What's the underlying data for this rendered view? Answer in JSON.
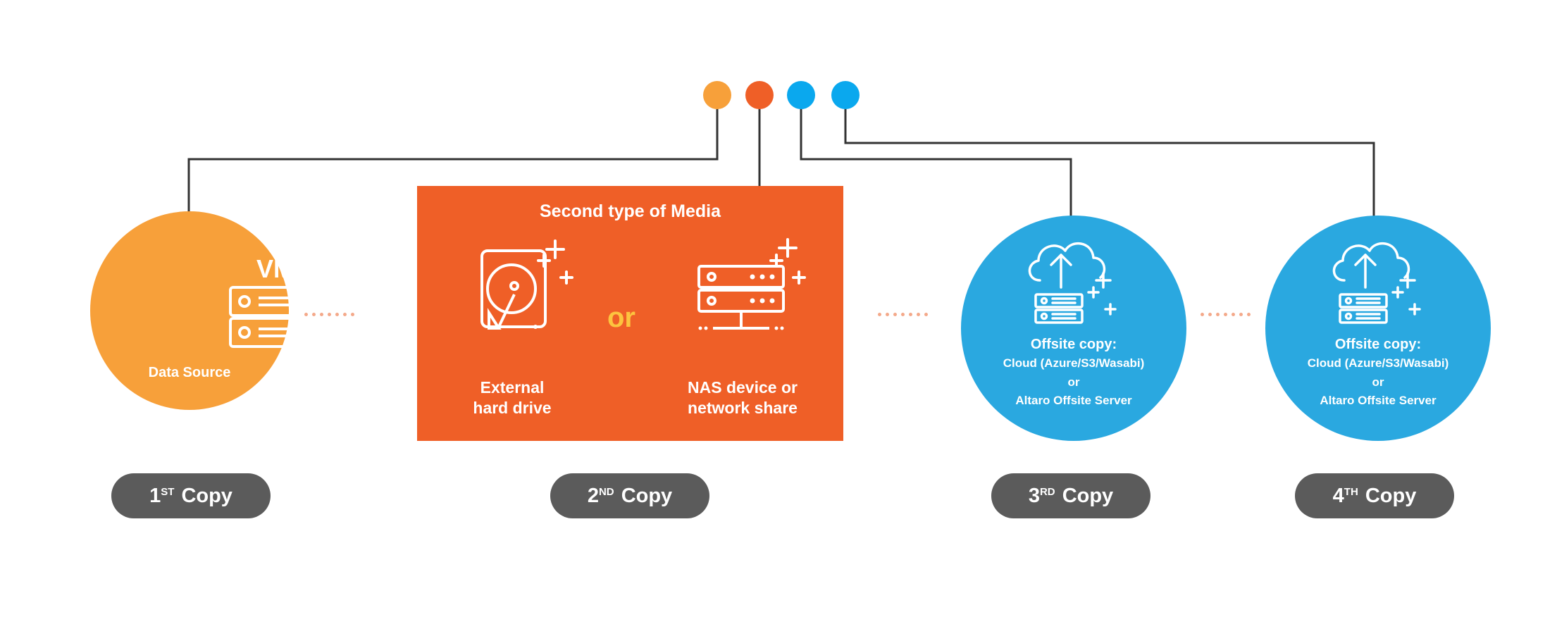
{
  "colors": {
    "orange_light": "#f7a03a",
    "orange_dark": "#ef5f27",
    "blue": "#2aa8e0",
    "dot_blue": "#0aa8ee",
    "pill_gray": "#5b5b5b",
    "wire": "#333333",
    "trail": "#f4a98a",
    "or_text": "#fcc43f"
  },
  "dots": [
    {
      "color": "orange_light"
    },
    {
      "color": "orange_dark"
    },
    {
      "color": "dot_blue"
    },
    {
      "color": "dot_blue"
    }
  ],
  "copy1": {
    "icon": "vm-server-icon",
    "icon_text": "VM",
    "label": "Data Source"
  },
  "copy2": {
    "title": "Second type of Media",
    "option_a": {
      "icon": "hard-drive-icon",
      "line1": "External",
      "line2": "hard drive"
    },
    "or_text": "or",
    "option_b": {
      "icon": "nas-server-icon",
      "line1": "NAS device or",
      "line2": "network share"
    }
  },
  "copy3": {
    "icon": "cloud-server-icon",
    "title": "Offsite copy:",
    "line1": "Cloud (Azure/S3/Wasabi)",
    "line2": "or",
    "line3": "Altaro Offsite Server"
  },
  "copy4": {
    "icon": "cloud-server-icon",
    "title": "Offsite copy:",
    "line1": "Cloud (Azure/S3/Wasabi)",
    "line2": "or",
    "line3": "Altaro Offsite Server"
  },
  "pills": [
    {
      "num": "1",
      "sup": "ST",
      "word": "Copy"
    },
    {
      "num": "2",
      "sup": "ND",
      "word": "Copy"
    },
    {
      "num": "3",
      "sup": "RD",
      "word": "Copy"
    },
    {
      "num": "4",
      "sup": "TH",
      "word": "Copy"
    }
  ]
}
